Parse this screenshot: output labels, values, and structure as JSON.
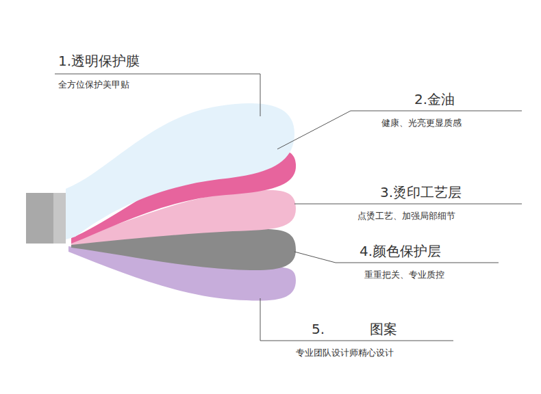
{
  "diagram": {
    "labels": [
      "1.透明保护膜",
      "全方位保护美甲贴",
      "2.金油",
      "健康、光亮更显质感",
      "3.烫印工艺层",
      "点烫工艺、加强局部细节",
      "4.颜色保护层",
      "重重把关、专业质控",
      "5.",
      "图案",
      "专业团队设计师精心设计"
    ]
  }
}
